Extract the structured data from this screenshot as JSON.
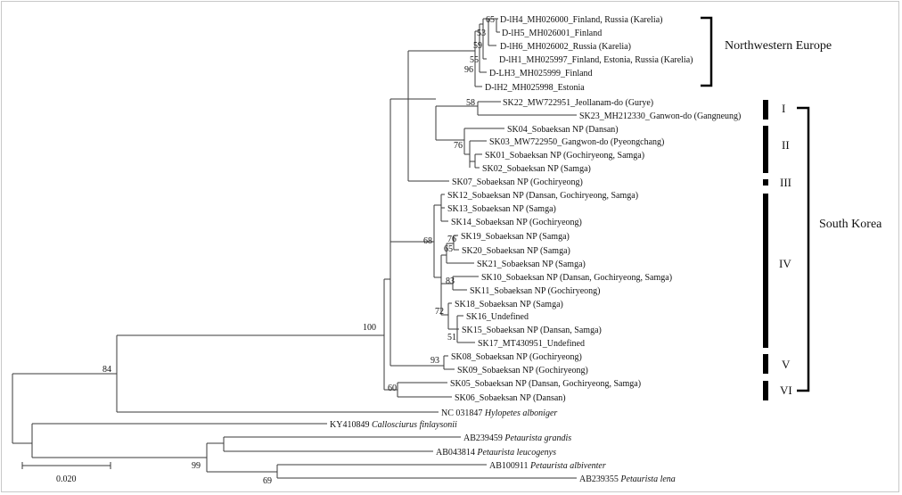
{
  "tips": [
    "D-lH4_MH026000_Finland, Russia (Karelia)",
    "D-lH5_MH026001_Finland",
    "D-lH6_MH026002_Russia (Karelia)",
    "D-lH1_MH025997_Finland, Estonia, Russia (Karelia)",
    "D-LH3_MH025999_Finland",
    "D-lH2_MH025998_Estonia",
    "SK22_MW722951_Jeollanam-do (Gurye)",
    "SK23_MH212330_Ganwon-do (Gangneung)",
    "SK04_Sobaeksan NP (Dansan)",
    "SK03_MW722950_Gangwon-do (Pyeongchang)",
    "SK01_Sobaeksan NP (Gochiryeong, Samga)",
    "SK02_Sobaeksan NP (Samga)",
    "SK07_Sobaeksan NP (Gochiryeong)",
    "SK12_Sobaeksan NP (Dansan, Gochiryeong, Samga)",
    "SK13_Sobaeksan NP (Samga)",
    "SK14_Sobaeksan NP (Gochiryeong)",
    "SK19_Sobaeksan NP (Samga)",
    "SK20_Sobaeksan NP (Samga)",
    "SK21_Sobaeksan NP (Samga)",
    "SK10_Sobaeksan NP (Dansan, Gochiryeong, Samga)",
    "SK11_Sobaeksan NP (Gochiryeong)",
    "SK18_Sobaeksan NP (Samga)",
    "SK16_Undefined",
    "SK15_Sobaeksan NP (Dansan, Samga)",
    "SK17_MT430951_Undefined",
    "SK08_Sobaeksan NP (Gochiryeong)",
    "SK09_Sobaeksan NP (Gochiryeong)",
    "SK05_Sobaeksan NP (Dansan, Gochiryeong, Samga)",
    "SK06_Sobaeksan NP (Dansan)"
  ],
  "outgroups": [
    {
      "accession": "NC 031847",
      "species": "Hylopetes alboniger"
    },
    {
      "accession": "KY410849",
      "species": "Callosciurus finlaysonii"
    },
    {
      "accession": "AB239459",
      "species": "Petaurista grandis"
    },
    {
      "accession": "AB043814",
      "species": "Petaurista leucogenys"
    },
    {
      "accession": "AB100911",
      "species": "Petaurista albiventer"
    },
    {
      "accession": "AB239355",
      "species": "Petaurista lena"
    }
  ],
  "bootstrap": [
    "65",
    "53",
    "59",
    "55",
    "96",
    "58",
    "76",
    "68",
    "76",
    "65",
    "83",
    "72",
    "51",
    "93",
    "60",
    "100",
    "84",
    "99",
    "69"
  ],
  "clades": [
    "I",
    "II",
    "III",
    "IV",
    "V",
    "VI"
  ],
  "regions": {
    "northwestern_europe": "Northwestern Europe",
    "south_korea": "South Korea"
  },
  "scale_bar": "0.020"
}
